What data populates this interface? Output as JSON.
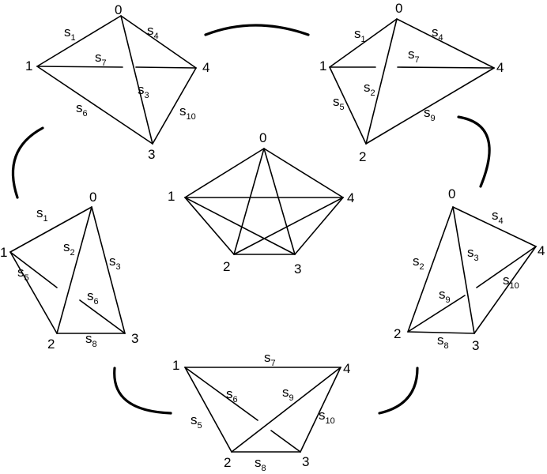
{
  "vertex_labels": {
    "v0": "0",
    "v1": "1",
    "v2": "2",
    "v3": "3",
    "v4": "4"
  },
  "edge_labels": {
    "s1": {
      "letter": "s",
      "index": "1"
    },
    "s2": {
      "letter": "s",
      "index": "2"
    },
    "s3": {
      "letter": "s",
      "index": "3"
    },
    "s4": {
      "letter": "s",
      "index": "4"
    },
    "s5": {
      "letter": "s",
      "index": "5"
    },
    "s6": {
      "letter": "s",
      "index": "6"
    },
    "s7": {
      "letter": "s",
      "index": "7"
    },
    "s8": {
      "letter": "s",
      "index": "8"
    },
    "s9": {
      "letter": "s",
      "index": "9"
    },
    "s10": {
      "letter": "s",
      "index": "10"
    }
  }
}
